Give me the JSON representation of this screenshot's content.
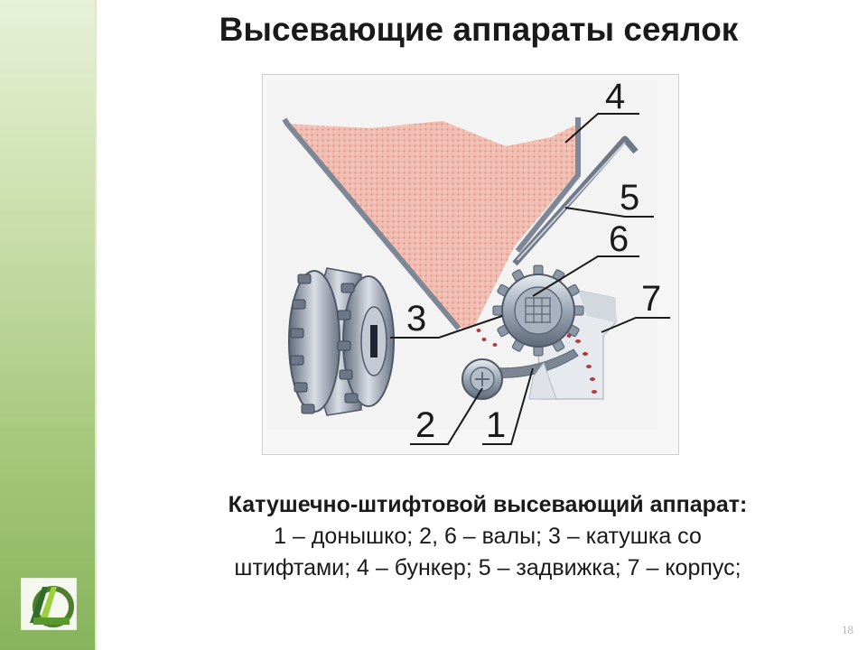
{
  "title": "Высевающие аппараты сеялок",
  "labels": {
    "l1": "1",
    "l2": "2",
    "l3": "3",
    "l4": "4",
    "l5": "5",
    "l6": "6",
    "l7": "7"
  },
  "caption": {
    "heading": "Катушечно-штифтовой высевающий аппарат:",
    "line1": "1 – донышко; 2, 6 – валы; 3 – катушка со",
    "line2": "штифтами; 4 – бункер; 5 – задвижка; 7 – корпус;"
  },
  "page_number": "18",
  "colors": {
    "seed": "#f2b8ab",
    "metal": "#9ca6b4",
    "sidebar_top": "#e8f1d8",
    "sidebar_bottom": "#87b35c"
  }
}
